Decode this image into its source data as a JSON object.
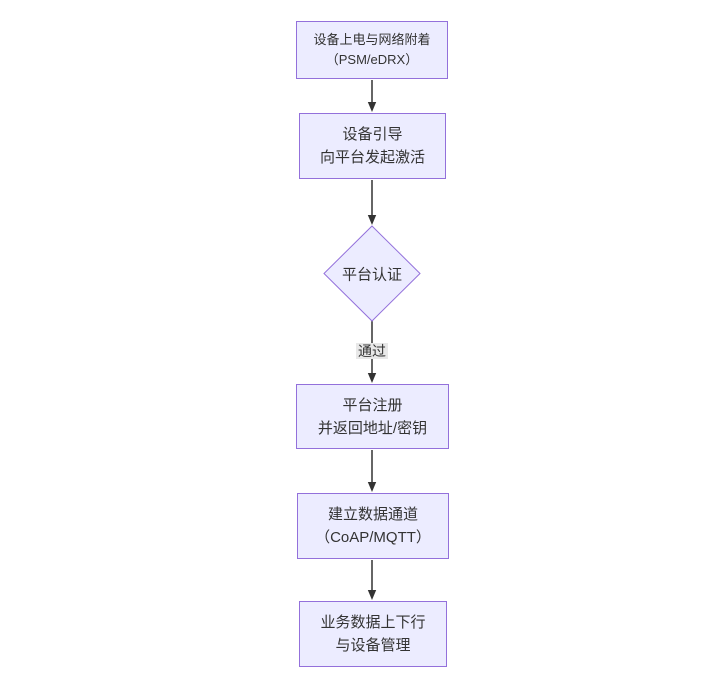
{
  "diagram": {
    "type": "flowchart",
    "direction": "top-down",
    "background": "#ffffff",
    "colors": {
      "node_fill": "#ECECFF",
      "node_border": "#9370DB",
      "edge_line": "#333333",
      "text": "#333333",
      "edge_label_bg": "#e8e8e8"
    },
    "nodes": [
      {
        "id": "start",
        "shape": "rect",
        "lines": [
          "设备上电与网络附着",
          "（PSM/eDRX）"
        ]
      },
      {
        "id": "bootstrap",
        "shape": "rect",
        "lines": [
          "设备引导",
          "向平台发起激活"
        ]
      },
      {
        "id": "auth",
        "shape": "diamond",
        "lines": [
          "平台认证"
        ]
      },
      {
        "id": "register",
        "shape": "rect",
        "lines": [
          "平台注册",
          "并返回地址/密钥"
        ]
      },
      {
        "id": "channel",
        "shape": "rect",
        "lines": [
          "建立数据通道",
          "（CoAP/MQTT）"
        ]
      },
      {
        "id": "business",
        "shape": "rect",
        "lines": [
          "业务数据上下行",
          "与设备管理"
        ]
      }
    ],
    "edges": [
      {
        "from": "start",
        "to": "bootstrap",
        "label": ""
      },
      {
        "from": "bootstrap",
        "to": "auth",
        "label": ""
      },
      {
        "from": "auth",
        "to": "register",
        "label": "通过"
      },
      {
        "from": "register",
        "to": "channel",
        "label": ""
      },
      {
        "from": "channel",
        "to": "business",
        "label": ""
      }
    ]
  }
}
